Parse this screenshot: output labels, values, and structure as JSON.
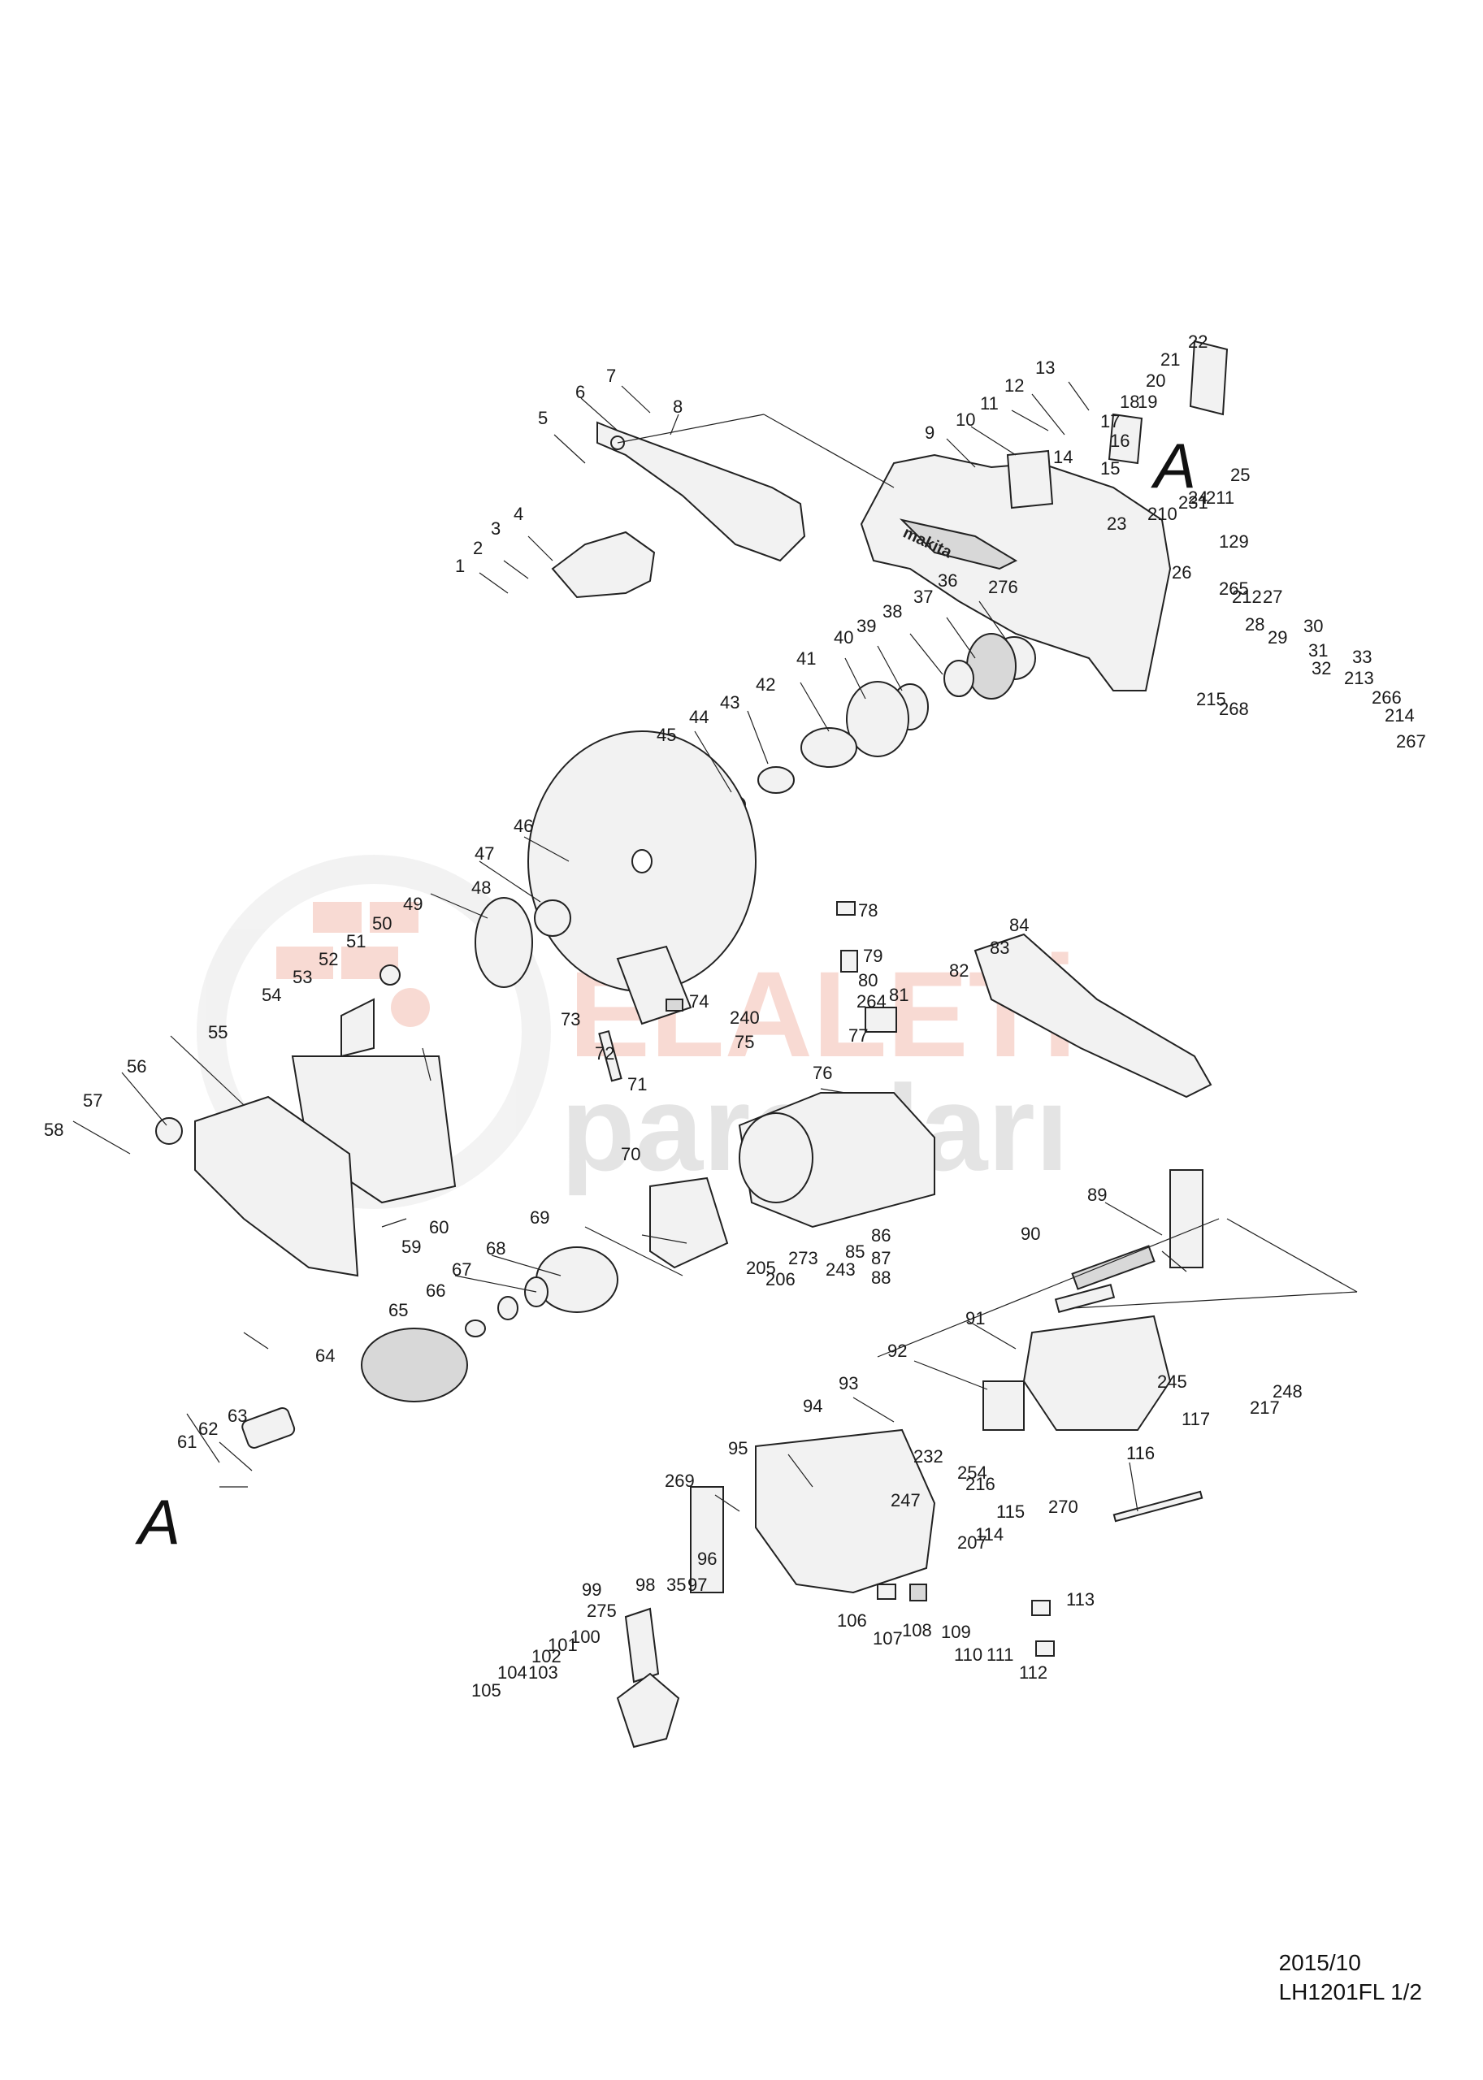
{
  "watermark": {
    "line1": "ELALETİ",
    "line2": "parçaları",
    "color_primary": "#e05a3a",
    "color_secondary": "#8a8a8a"
  },
  "markers": {
    "label": "A"
  },
  "footer": {
    "date": "2015/10",
    "model": "LH1201FL 1/2"
  },
  "callouts": [
    "1",
    "2",
    "3",
    "4",
    "5",
    "6",
    "7",
    "8",
    "9",
    "10",
    "11",
    "12",
    "13",
    "14",
    "15",
    "16",
    "17",
    "18",
    "19",
    "20",
    "21",
    "22",
    "23",
    "24",
    "25",
    "26",
    "27",
    "28",
    "29",
    "30",
    "31",
    "32",
    "33",
    "35",
    "36",
    "37",
    "38",
    "39",
    "40",
    "41",
    "42",
    "43",
    "44",
    "45",
    "46",
    "47",
    "48",
    "49",
    "50",
    "51",
    "52",
    "53",
    "54",
    "55",
    "56",
    "57",
    "58",
    "59",
    "60",
    "61",
    "62",
    "63",
    "64",
    "65",
    "66",
    "67",
    "68",
    "69",
    "70",
    "71",
    "72",
    "73",
    "74",
    "75",
    "76",
    "77",
    "78",
    "79",
    "80",
    "81",
    "82",
    "83",
    "84",
    "85",
    "86",
    "87",
    "88",
    "89",
    "90",
    "91",
    "92",
    "93",
    "94",
    "95",
    "96",
    "97",
    "98",
    "99",
    "100",
    "101",
    "102",
    "103",
    "104",
    "105",
    "106",
    "107",
    "108",
    "109",
    "110",
    "111",
    "112",
    "113",
    "114",
    "115",
    "116",
    "117",
    "129",
    "205",
    "206",
    "207",
    "210",
    "211",
    "212",
    "213",
    "214",
    "215",
    "216",
    "217",
    "231",
    "232",
    "240",
    "243",
    "245",
    "247",
    "248",
    "254",
    "264",
    "265",
    "266",
    "267",
    "268",
    "269",
    "270",
    "273",
    "275",
    "276"
  ]
}
